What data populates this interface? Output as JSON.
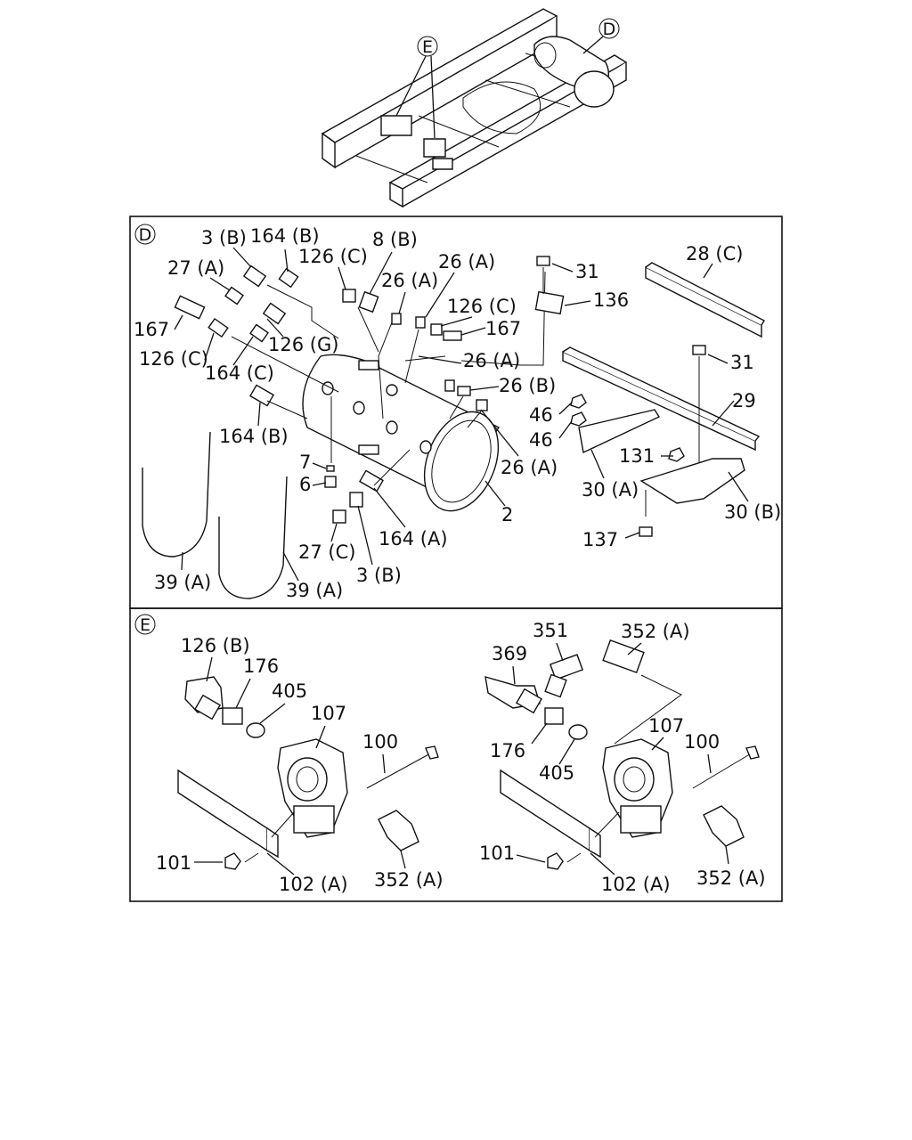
{
  "panels": {
    "overview": {
      "callouts": [
        "E",
        "D"
      ]
    },
    "d": {
      "badge": "D",
      "labels": [
        "3 (B)",
        "164 (B)",
        "126 (C)",
        "8 (B)",
        "27 (A)",
        "26 (A)",
        "26 (A)",
        "167",
        "126 (C)",
        "126 (G)",
        "126 (C)",
        "167",
        "164 (C)",
        "26 (A)",
        "26 (B)",
        "164 (B)",
        "46",
        "46",
        "7",
        "6",
        "26 (A)",
        "2",
        "164 (A)",
        "27 (C)",
        "3 (B)",
        "39 (A)",
        "39 (A)",
        "31",
        "136",
        "28 (C)",
        "31",
        "29",
        "131",
        "30 (A)",
        "30 (B)",
        "137"
      ]
    },
    "e": {
      "badge": "E",
      "labels": [
        "126 (B)",
        "176",
        "405",
        "107",
        "100",
        "101",
        "102 (A)",
        "352 (A)",
        "351",
        "352 (A)",
        "369",
        "176",
        "405",
        "107",
        "100",
        "101",
        "102 (A)",
        "352 (A)"
      ]
    }
  }
}
